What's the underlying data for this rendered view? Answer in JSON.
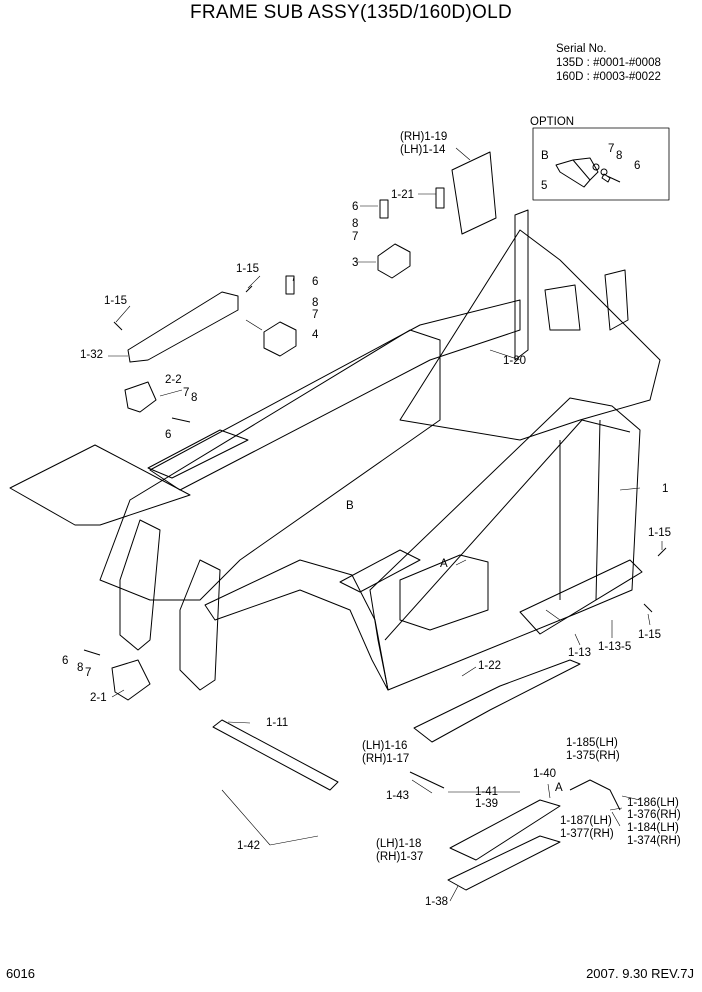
{
  "title": "FRAME SUB ASSY(135D/160D)OLD",
  "serial": {
    "heading": "Serial No.",
    "line1": "135D : #0001-#0008",
    "line2": "160D : #0003-#0022"
  },
  "option_label": "OPTION",
  "footer": {
    "page": "6016",
    "date_rev": "2007. 9.30  REV.7J"
  },
  "labels": {
    "rh_1_19": "(RH)1-19",
    "lh_1_14": "(LH)1-14",
    "p1_21": "1-21",
    "p6a": "6",
    "p8a": "8",
    "p7a": "7",
    "p3": "3",
    "p1_15a": "1-15",
    "p6b": "6",
    "p8b": "8",
    "p7b": "7",
    "p4": "4",
    "p1_15b": "1-15",
    "p1_32": "1-32",
    "p2_2": "2-2",
    "p7c": "7",
    "p8c": "8",
    "p6c": "6",
    "p1_20": "1-20",
    "p1": "1",
    "pB": "B",
    "pA": "A",
    "p1_15c": "1-15",
    "p1_15d": "1-15",
    "p1_13": "1-13",
    "p1_13_5": "1-13-5",
    "p6d": "6",
    "p8d": "8",
    "p7d": "7",
    "p2_1": "2-1",
    "p1_11": "1-11",
    "p1_42": "1-42",
    "p1_22": "1-22",
    "lh_1_16": "(LH)1-16",
    "rh_1_17": "(RH)1-17",
    "p1_43": "1-43",
    "p1_41": "1-41",
    "p1_39": "1-39",
    "p1_40": "1-40",
    "pA2": "A",
    "lh_1_18": "(LH)1-18",
    "rh_1_37": "(RH)1-37",
    "p1_38": "1-38",
    "p1_185": "1-185(LH)",
    "p1_375": "1-375(RH)",
    "p1_186": "1-186(LH)",
    "p1_376": "1-376(RH)",
    "p1_184": "1-184(LH)",
    "p1_374": "1-374(RH)",
    "p1_187": "1-187(LH)",
    "p1_377": "1-377(RH)",
    "optB": "B",
    "opt7": "7",
    "opt8": "8",
    "opt6": "6",
    "opt5": "5"
  }
}
